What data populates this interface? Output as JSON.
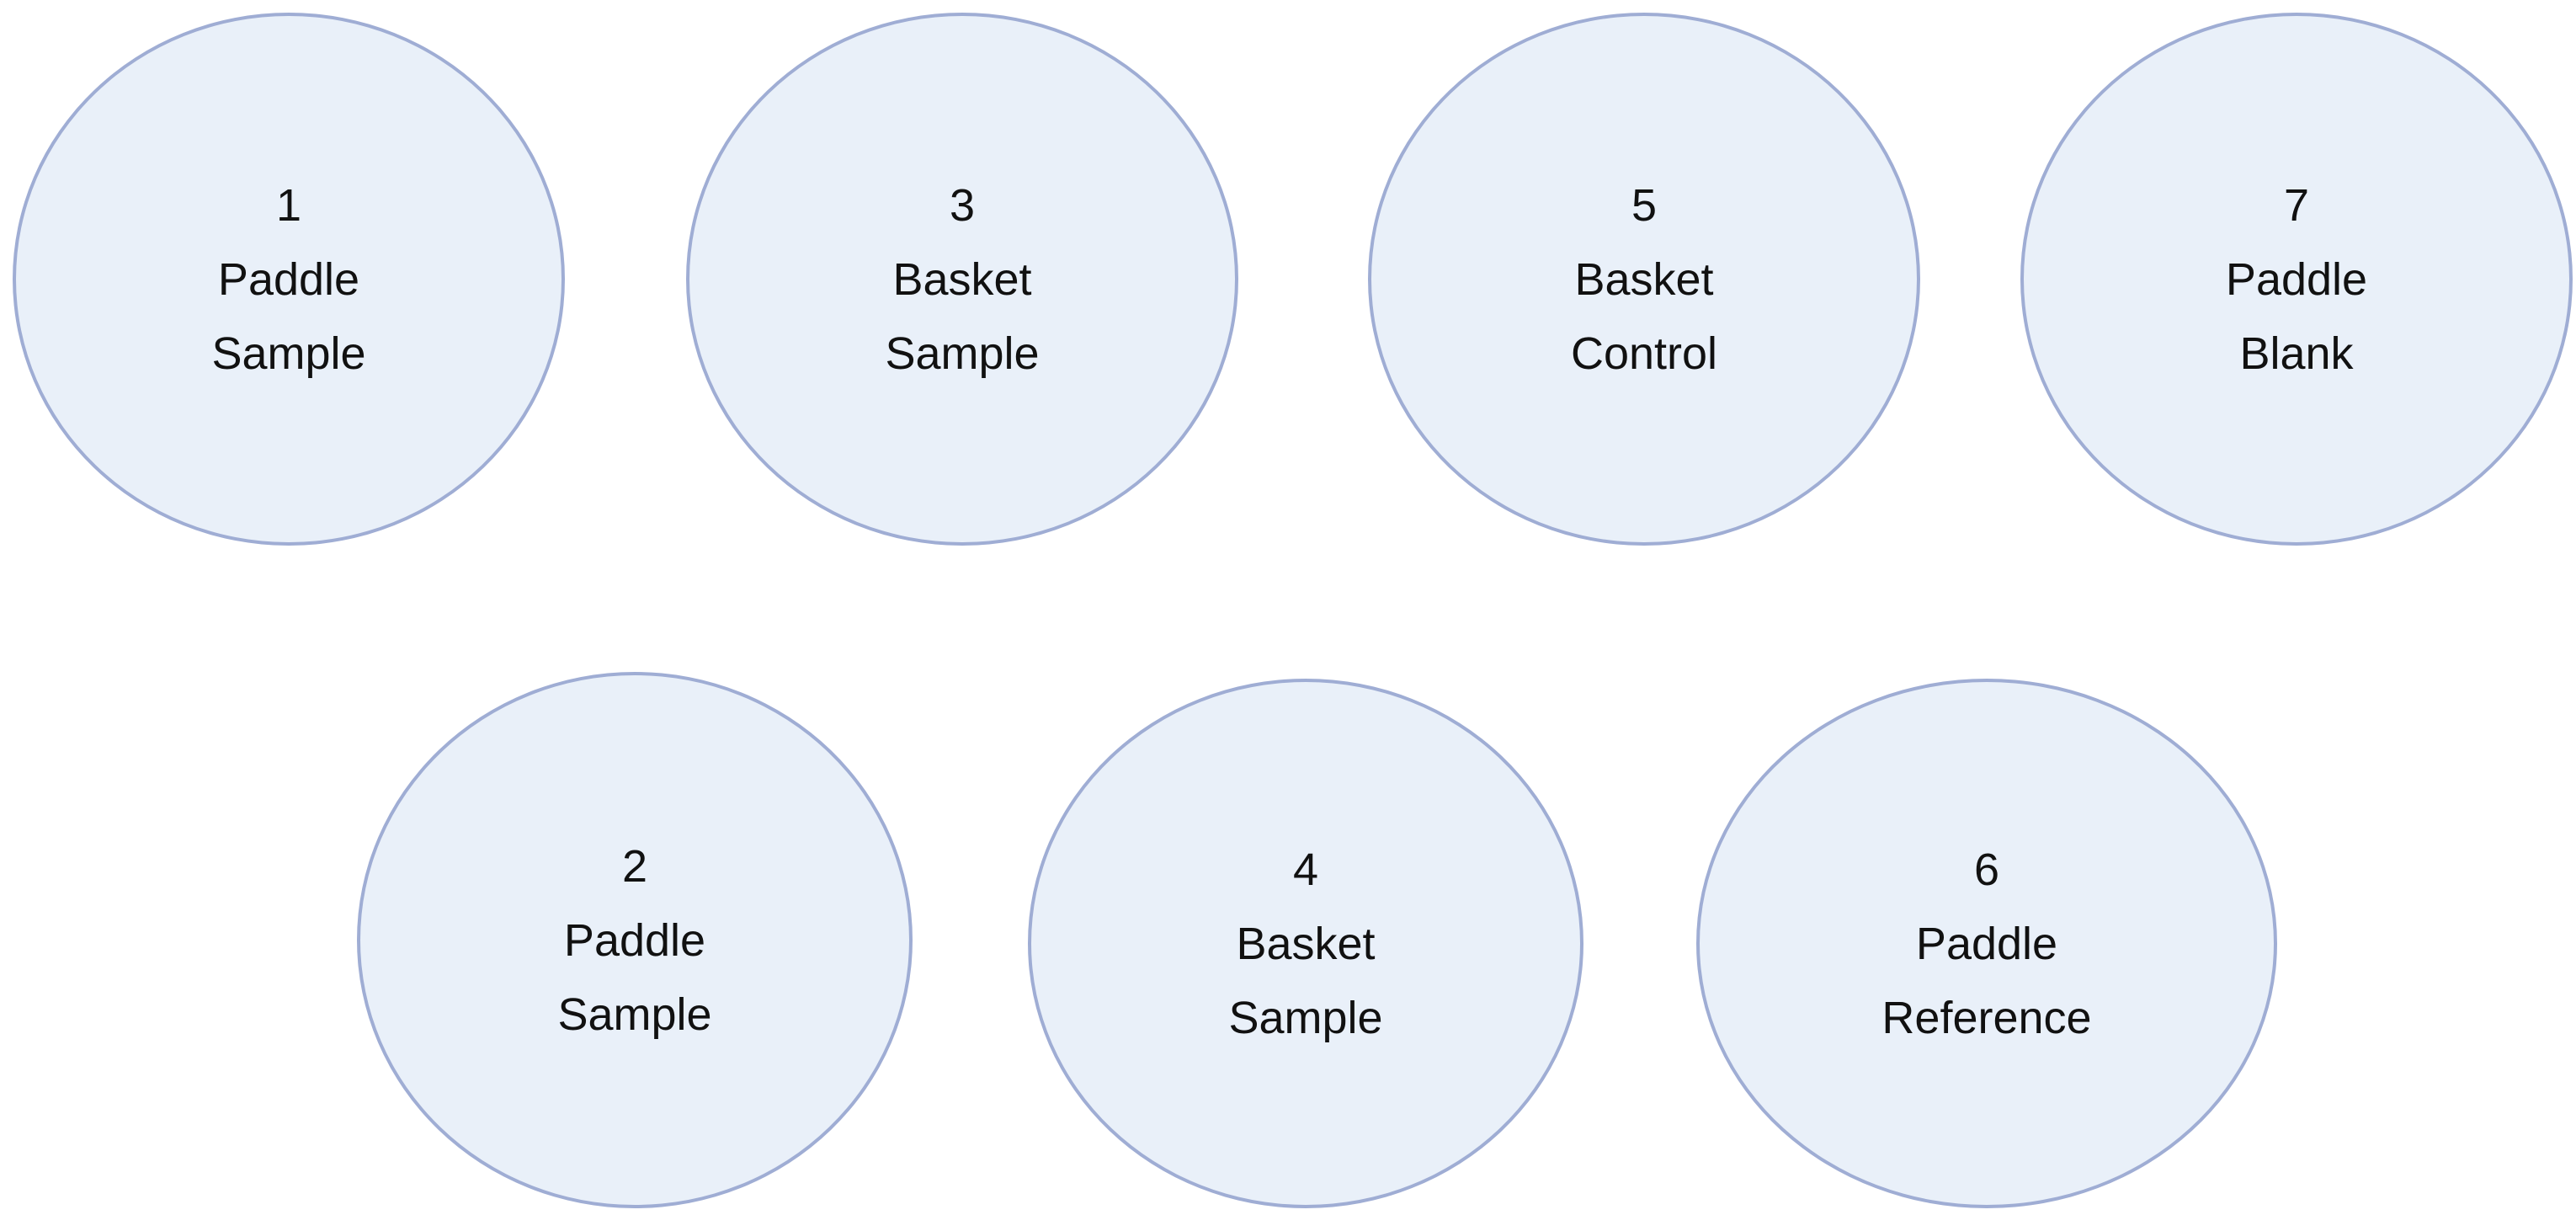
{
  "vessels": {
    "v1": {
      "number": "1",
      "apparatus": "Paddle",
      "role": "Sample"
    },
    "v3": {
      "number": "3",
      "apparatus": "Basket",
      "role": "Sample"
    },
    "v5": {
      "number": "5",
      "apparatus": "Basket",
      "role": "Control"
    },
    "v7": {
      "number": "7",
      "apparatus": "Paddle",
      "role": "Blank"
    },
    "v2": {
      "number": "2",
      "apparatus": "Paddle",
      "role": "Sample"
    },
    "v4": {
      "number": "4",
      "apparatus": "Basket",
      "role": "Sample"
    },
    "v6": {
      "number": "6",
      "apparatus": "Paddle",
      "role": "Reference"
    }
  },
  "colors": {
    "circle_fill": "#e9f0f9",
    "circle_stroke": "#9fadd4",
    "text": "#111111"
  }
}
